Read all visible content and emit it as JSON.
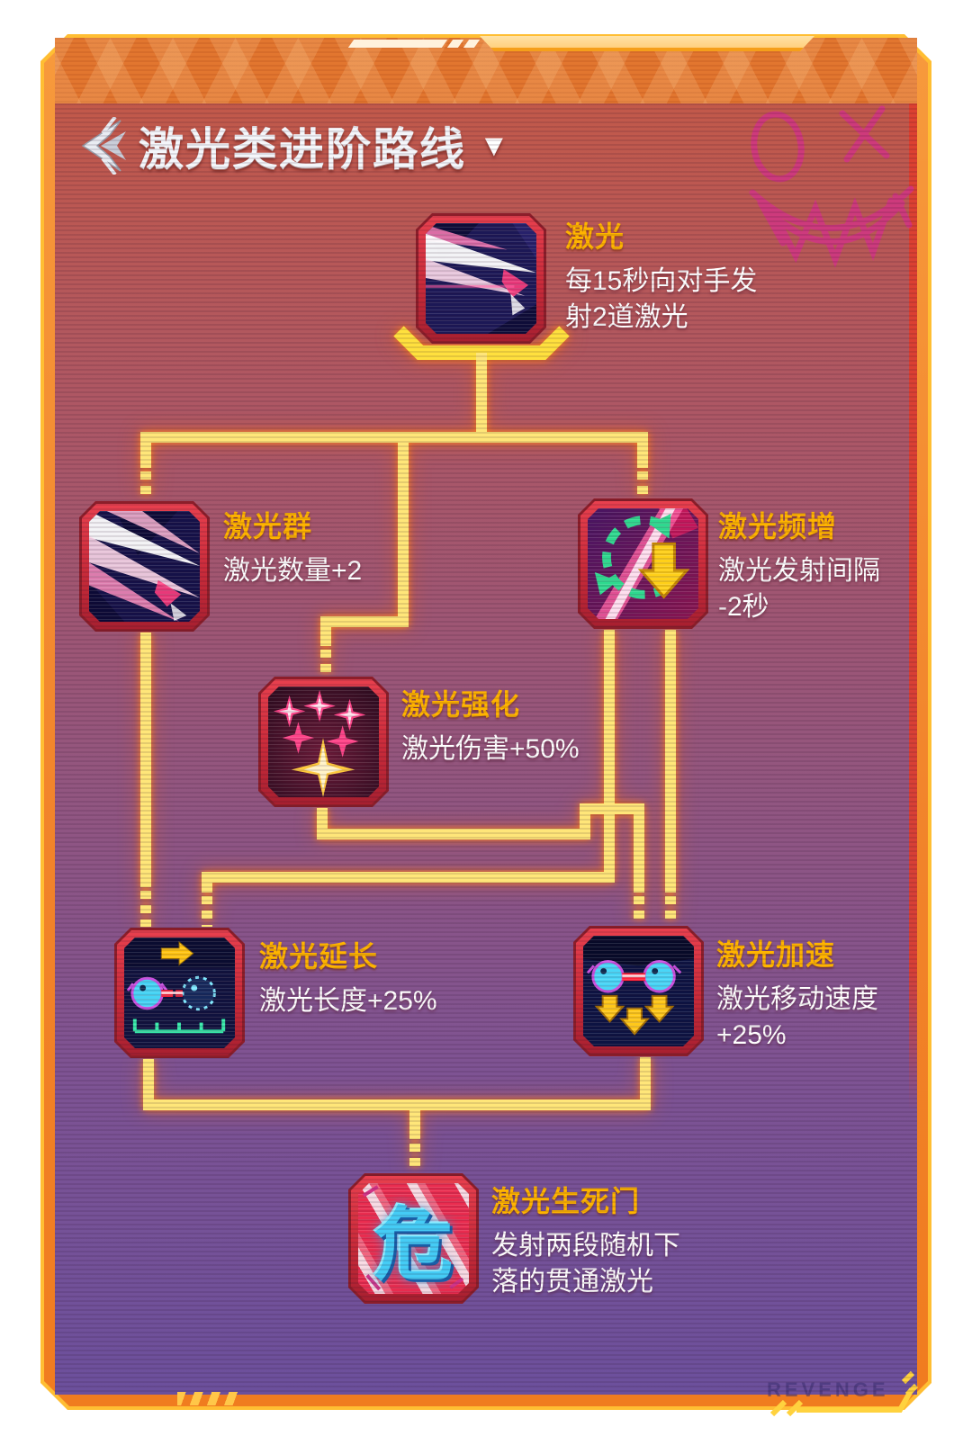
{
  "header": {
    "title": "激光类进阶路线",
    "caret": "▼"
  },
  "tree": {
    "nodes": [
      {
        "id": "laser",
        "icon": "laser-beam-icon",
        "title": "激光",
        "desc": "每15秒向对手发\n射2道激光"
      },
      {
        "id": "laser-group",
        "icon": "laser-fan-icon",
        "title": "激光群",
        "desc": "激光数量+2"
      },
      {
        "id": "laser-frequency",
        "icon": "cooldown-arrow-icon",
        "title": "激光频增",
        "desc": "激光发射间隔\n-2秒"
      },
      {
        "id": "laser-enhance",
        "icon": "starburst-icon",
        "title": "激光强化",
        "desc": "激光伤害+50%"
      },
      {
        "id": "laser-extend",
        "icon": "beam-length-ruler-icon",
        "title": "激光延长",
        "desc": "激光长度+25%"
      },
      {
        "id": "laser-accelerate",
        "icon": "beam-speed-arrows-icon",
        "title": "激光加速",
        "desc": "激光移动速度\n+25%"
      },
      {
        "id": "laser-deathgate",
        "icon": "danger-gate-icon",
        "title": "激光生死门",
        "desc": "发射两段随机下\n落的贯通激光"
      }
    ]
  },
  "footer": {
    "watermark": "REVENGE"
  },
  "gate_glyph": "危",
  "colors": {
    "accent_gold": "#FFB400",
    "connector_yellow": "#FFE679",
    "frame_orange": "#F07C1F",
    "node_border_red": "#C92B3A",
    "doodle_pink": "#D23387",
    "panel_top": "#C2594A",
    "panel_bottom": "#6C509C"
  }
}
